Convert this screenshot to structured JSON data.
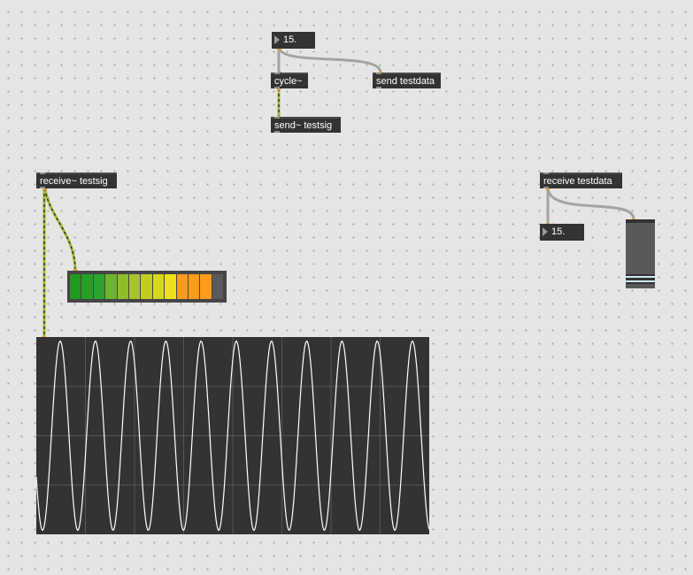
{
  "patcher": {
    "objects": {
      "cycle": "cycle~",
      "send_data": "send testdata",
      "send_sig": "send~ testsig",
      "receive_sig": "receive~ testsig",
      "receive_data": "receive testdata"
    },
    "number_boxes": {
      "top": "15.",
      "right": "15."
    },
    "meter": {
      "level_segments_lit": 12,
      "segment_colors": [
        "#1f9a1f",
        "#24a024",
        "#2aa52a",
        "#6db52a",
        "#8fbd2a",
        "#a8c42a",
        "#c2cd22",
        "#d6d81a",
        "#f0e01a",
        "#ff9a1a",
        "#ff9a1a",
        "#ff9a1a",
        "#5a5a5a"
      ]
    },
    "scope": {
      "cycles": 11,
      "background": "#333333",
      "trace_color": "#ffffff",
      "grid_color": "#555555"
    },
    "slider": {
      "level": 0.2
    },
    "colors": {
      "signal_cord": "#a8b832",
      "signal_cord_dash": "#333333",
      "control_cord": "#9f9f9f",
      "box_bg": "#333333"
    }
  }
}
